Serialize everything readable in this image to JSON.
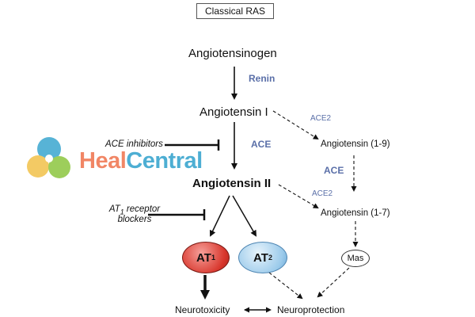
{
  "title": "Classical RAS",
  "nodes": {
    "angiotensinogen": "Angiotensinogen",
    "angiotensin_1": "Angiotensin I",
    "angiotensin_2": "Angiotensin II",
    "angiotensin_1_9": "Angiotensin (1-9)",
    "angiotensin_1_7": "Angiotensin (1-7)",
    "mas": "Mas",
    "at1": "AT",
    "at1_sub": "1",
    "at2": "AT",
    "at2_sub": "2",
    "neurotoxicity": "Neurotoxicity",
    "neuroprotection": "Neuroprotection"
  },
  "enzymes": {
    "renin": "Renin",
    "ace_main": "ACE",
    "ace_side": "ACE",
    "ace2_top": "ACE2",
    "ace2_bottom": "ACE2"
  },
  "inhibitors": {
    "ace_inhibitors": "ACE inhibitors",
    "at_receptor_line1": "AT",
    "at_receptor_sub": "1",
    "at_receptor_line1_rest": " receptor",
    "at_receptor_line2": "blockers"
  },
  "watermark": {
    "heal": "Heal",
    "central": "Central"
  },
  "colors": {
    "enzyme": "#5a6fa8",
    "at1_fill": "#d8362c",
    "at2_fill": "#9ccbeb",
    "logo_orange": "#f07a55",
    "logo_blue": "#3aa6cf",
    "logo_yellow": "#f2c14a",
    "logo_green": "#8cc63f"
  }
}
